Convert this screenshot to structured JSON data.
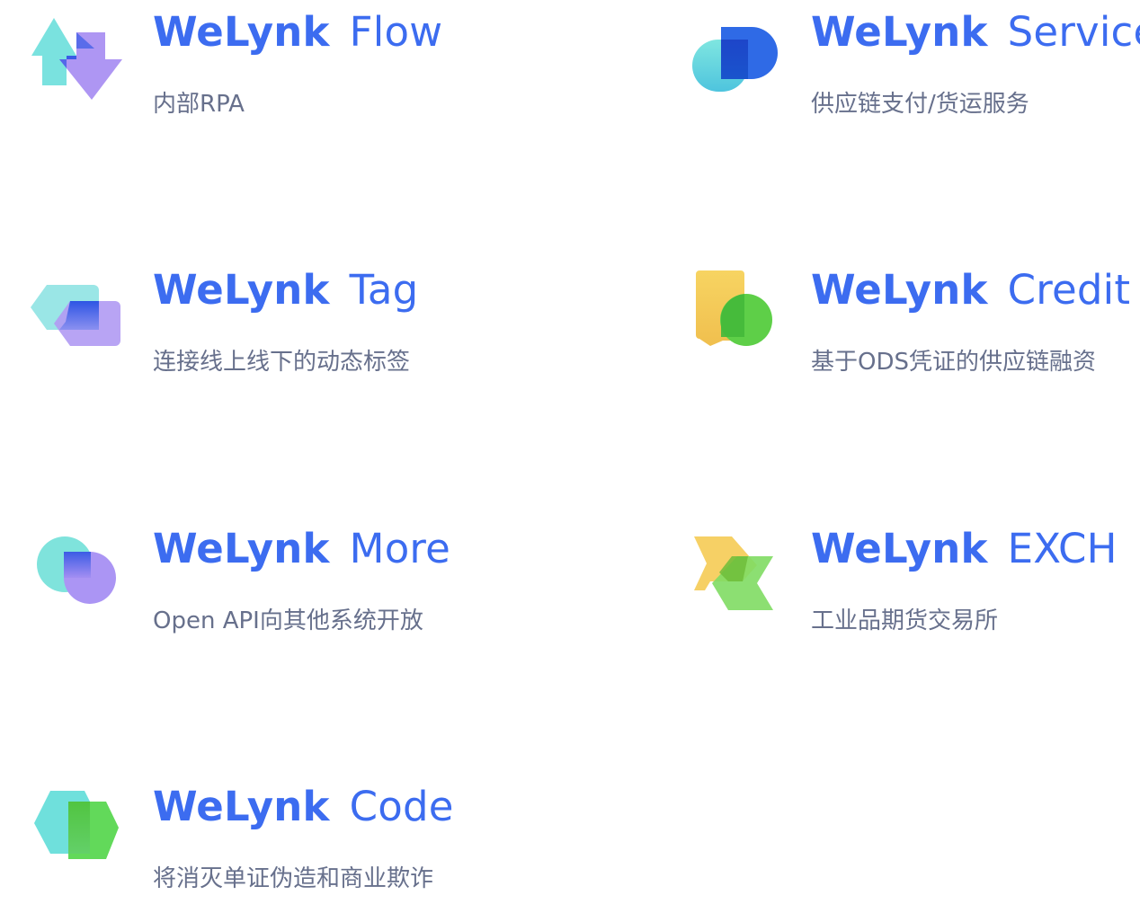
{
  "products": {
    "flow": {
      "brand": "WeLynk",
      "name": "Flow",
      "desc": "内部RPA",
      "icon": "flow-arrows-icon"
    },
    "service": {
      "brand": "WeLynk",
      "name": "Service",
      "desc": "供应链支付/货运服务",
      "icon": "service-d-icon"
    },
    "tag": {
      "brand": "WeLynk",
      "name": "Tag",
      "desc": "连接线上线下的动态标签",
      "icon": "tag-icon"
    },
    "credit": {
      "brand": "WeLynk",
      "name": "Credit",
      "desc": "基于ODS凭证的供应链融资",
      "icon": "credit-bookmark-icon"
    },
    "more": {
      "brand": "WeLynk",
      "name": "More",
      "desc": "Open API向其他系统开放",
      "icon": "more-circles-icon"
    },
    "exch": {
      "brand": "WeLynk",
      "name": "EXCH",
      "desc": "工业品期货交易所",
      "icon": "exchange-chevrons-icon"
    },
    "code": {
      "brand": "WeLynk",
      "name": "Code",
      "desc": "将消灭单证伪造和商业欺诈",
      "icon": "code-hexagon-icon"
    }
  },
  "colors": {
    "brand_blue": "#3c6cf0",
    "desc_gray": "#67708c",
    "teal": "#6fe0dc",
    "purple": "#a58bf2",
    "blue": "#2f5fe0",
    "yellow": "#f5cc58",
    "green": "#55cf3c"
  }
}
